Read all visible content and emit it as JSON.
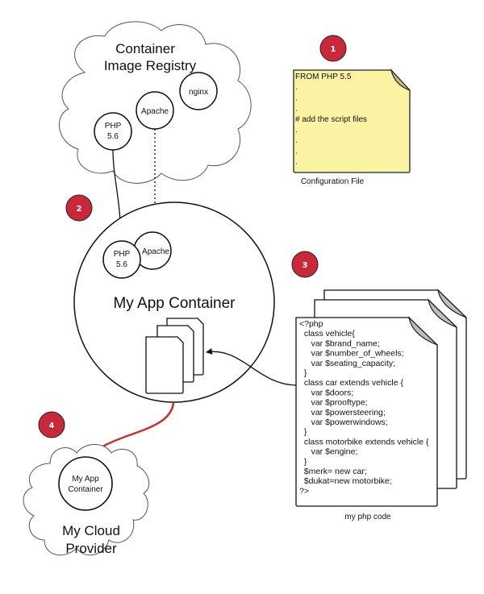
{
  "colors": {
    "badge": "#c8283a",
    "note_fill": "#fbf3a4",
    "note_fold": "#c9c27a",
    "page_fold": "#bdbdbd",
    "deploy_arrow": "#d22b2b"
  },
  "registry": {
    "title_line1": "Container",
    "title_line2": "Image Registry",
    "images": [
      {
        "line1": "PHP",
        "line2": "5.6"
      },
      {
        "line1": "Apache",
        "line2": ""
      },
      {
        "line1": "nginx",
        "line2": ""
      }
    ]
  },
  "config_file": {
    "badge": "1",
    "lines": [
      "FROM PHP 5.5",
      ".",
      ".",
      ".",
      "# add the script files",
      ".",
      ".",
      ".",
      "."
    ],
    "caption": "Configuration File"
  },
  "app_container": {
    "badge": "2",
    "title": "My App Container",
    "php_line1": "PHP",
    "php_line2": "5.6",
    "apache": "Apache"
  },
  "php_code": {
    "badge": "3",
    "lines": [
      "<?php",
      "  class vehicle{",
      "     var $brand_name;",
      "     var $number_of_wheels;",
      "     var $seating_capacity;",
      "  }",
      "  class car extends vehicle {",
      "     var $doors;",
      "     var $prooftype;",
      "     var $powersteering;",
      "     var $powerwindows;",
      "  }",
      "  class motorbike extends vehicle {",
      "     var $engine;",
      "  }",
      "  $merk= new car;",
      "  $dukat=new motorbike;",
      "?>"
    ],
    "caption": "my php code"
  },
  "cloud_provider": {
    "badge": "4",
    "container_line1": "My App",
    "container_line2": "Container",
    "title_line1": "My Cloud",
    "title_line2": "Provider"
  }
}
